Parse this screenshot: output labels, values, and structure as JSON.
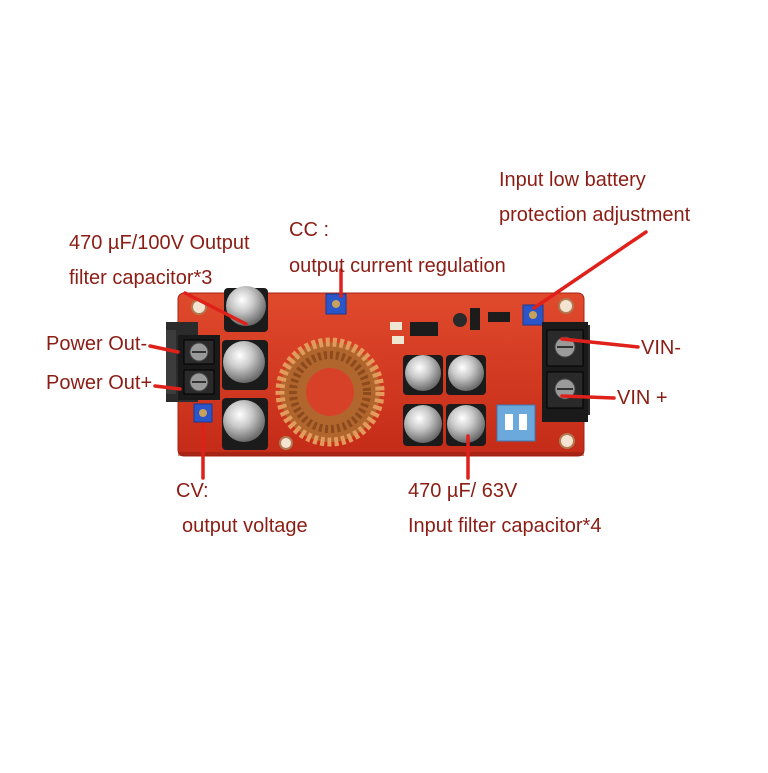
{
  "labels": {
    "output_cap_line1": "470 µF/100V Output",
    "output_cap_line2": "filter capacitor*3",
    "cc_line1": "CC :",
    "cc_line2": "output current regulation",
    "low_batt_line1": "Input low battery",
    "low_batt_line2": "protection adjustment",
    "power_out_minus": "Power Out-",
    "power_out_plus": "Power Out+",
    "vin_minus": "VIN-",
    "vin_plus": "VIN +",
    "cv_line1": "CV:",
    "cv_line2": "output voltage",
    "input_cap_line1": "470 µF/ 63V",
    "input_cap_line2": "Input filter capacitor*4"
  },
  "colors": {
    "label_text": "#8b1d14",
    "pointer_line": "#e0201a",
    "pcb": "#d93a22",
    "terminal_block": "#1a1a1a",
    "heatsink": "#2b2b2b",
    "trimmer": "#2a56c9",
    "inductor_copper": "#c8783a",
    "capacitor": "#1b1b1b"
  }
}
